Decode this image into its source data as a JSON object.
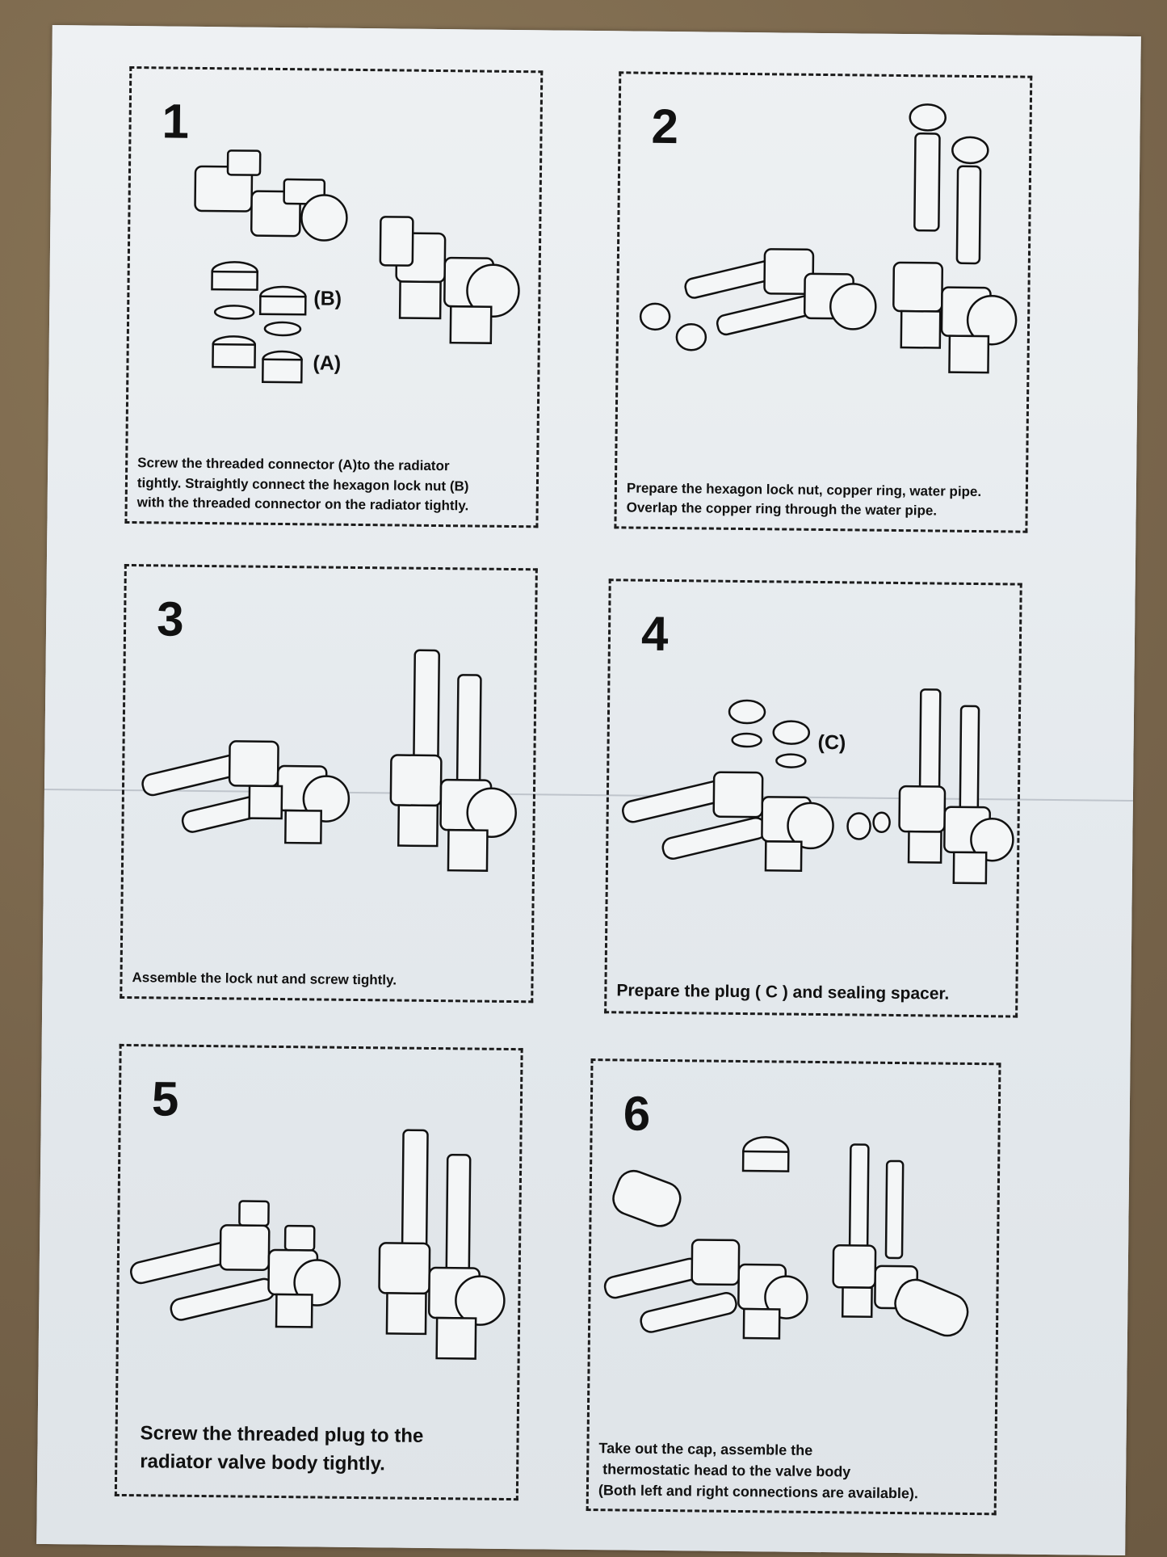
{
  "steps": [
    {
      "number": "1",
      "caption_lines": [
        "Screw the threaded connector (A)to the radiator",
        "tightly. Straightly connect the hexagon lock nut (B)",
        "with the threaded connector on the radiator tightly."
      ],
      "labels": [
        "(B)",
        "(A)"
      ]
    },
    {
      "number": "2",
      "caption_lines": [
        "Prepare the hexagon lock nut, copper ring, water pipe.",
        "Overlap the copper ring through the water pipe."
      ]
    },
    {
      "number": "3",
      "caption_lines": [
        "Assemble the lock nut and screw tightly."
      ]
    },
    {
      "number": "4",
      "caption_lines": [
        "Prepare the plug ( C ) and sealing spacer."
      ],
      "labels": [
        "(C)"
      ]
    },
    {
      "number": "5",
      "caption_lines": [
        "Screw the threaded plug to the",
        "radiator valve body tightly."
      ]
    },
    {
      "number": "6",
      "caption_lines": [
        "Take out the cap, assemble the",
        " thermostatic head to the valve body",
        "(Both left and right connections are available)."
      ]
    }
  ],
  "colors": {
    "background": "#7d6a4f",
    "paper": "#e7ebee",
    "ink": "#111111"
  }
}
